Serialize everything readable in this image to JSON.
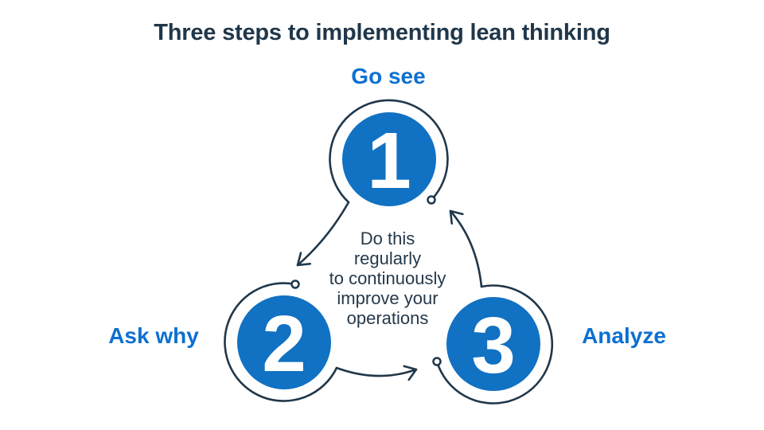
{
  "title": "Three steps to implementing lean thinking",
  "diagram": {
    "steps": [
      {
        "number": "1",
        "label": "Go see"
      },
      {
        "number": "2",
        "label": "Ask why"
      },
      {
        "number": "3",
        "label": "Analyze"
      }
    ],
    "center_note": {
      "lines": [
        "Do this",
        "regularly",
        "to continuously",
        "improve your",
        "operations"
      ]
    }
  },
  "colors": {
    "step_circle_blue": "#1171c3",
    "label_blue": "#0d70d1",
    "outline_navy": "#20374a",
    "background": "#ffffff"
  },
  "icons": {
    "arrows": "curved-cycle-arrows",
    "dots": "arc-end-dots"
  }
}
